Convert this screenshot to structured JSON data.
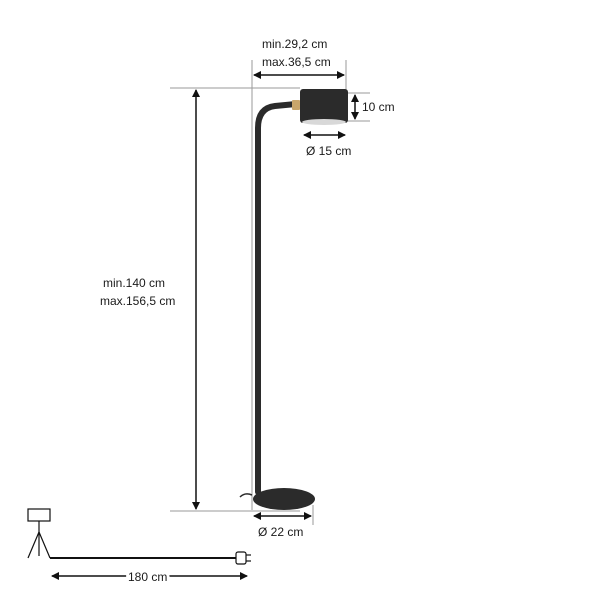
{
  "dimensions": {
    "arm_reach_min": "min.29,2 cm",
    "arm_reach_max": "max.36,5 cm",
    "shade_height": "10 cm",
    "shade_diameter": "Ø 15 cm",
    "height_min": "min.140 cm",
    "height_max": "max.156,5 cm",
    "base_diameter": "Ø 22 cm",
    "cable_length": "180 cm"
  },
  "colors": {
    "lamp_body": "#2b2b2b",
    "joint_accent": "#c9a66b",
    "dimension_line": "#111111",
    "guide_line": "#9a9a9a"
  },
  "icons": [
    "floor-lamp-icon",
    "plug-icon"
  ]
}
